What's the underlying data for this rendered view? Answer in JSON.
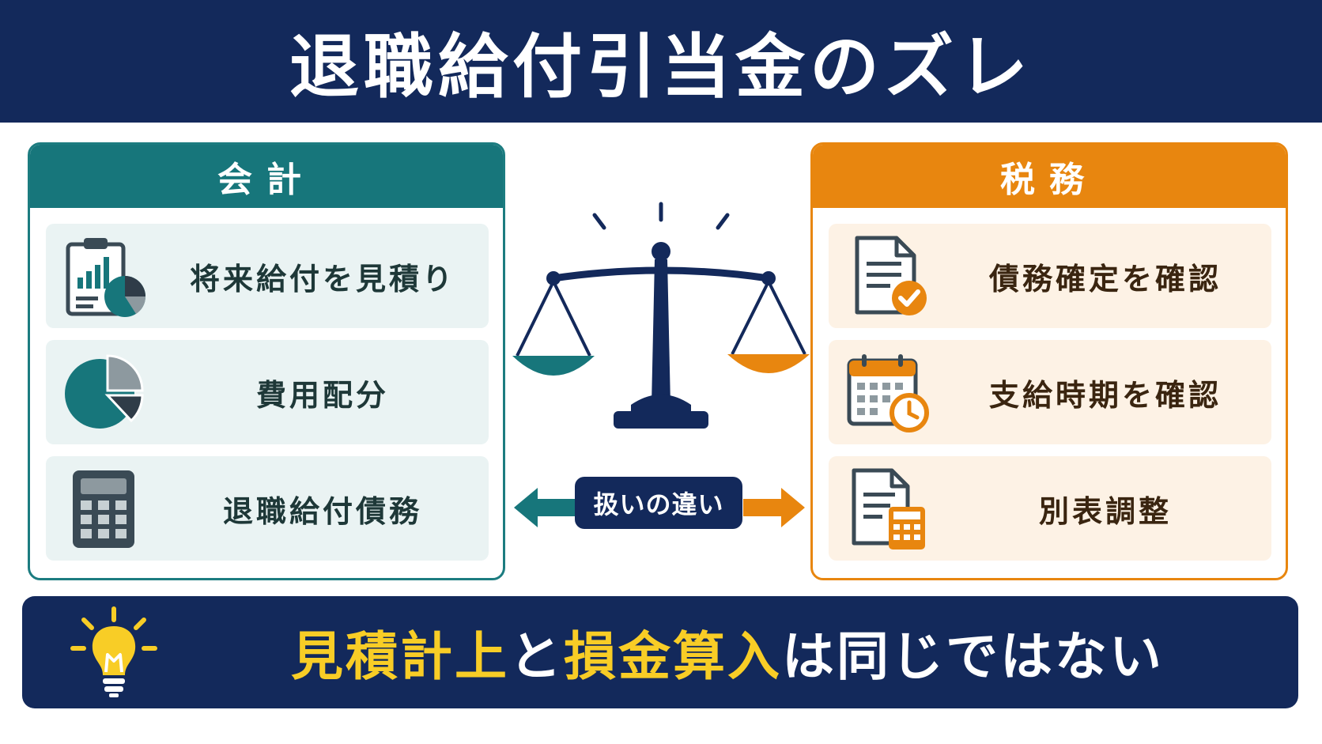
{
  "title": "退職給付引当金のズレ",
  "accounting": {
    "heading": "会計",
    "items": [
      {
        "label": "将来給付を見積り",
        "icon": "clipboard-chart-icon"
      },
      {
        "label": "費用配分",
        "icon": "pie-chart-icon"
      },
      {
        "label": "退職給付債務",
        "icon": "calculator-icon"
      }
    ]
  },
  "tax": {
    "heading": "税務",
    "items": [
      {
        "label": "債務確定を確認",
        "icon": "document-check-icon"
      },
      {
        "label": "支給時期を確認",
        "icon": "calendar-clock-icon"
      },
      {
        "label": "別表調整",
        "icon": "document-calculator-icon"
      }
    ]
  },
  "center": {
    "badge": "扱いの違い",
    "icon": "balance-scale-icon"
  },
  "banner": {
    "part1": "見積計上",
    "part2": "と",
    "part3": "損金算入",
    "part4": "は同じではない",
    "icon": "lightbulb-icon"
  },
  "colors": {
    "navy": "#13295b",
    "teal": "#17767b",
    "orange": "#e8860f",
    "highlight": "#f8cd26"
  }
}
